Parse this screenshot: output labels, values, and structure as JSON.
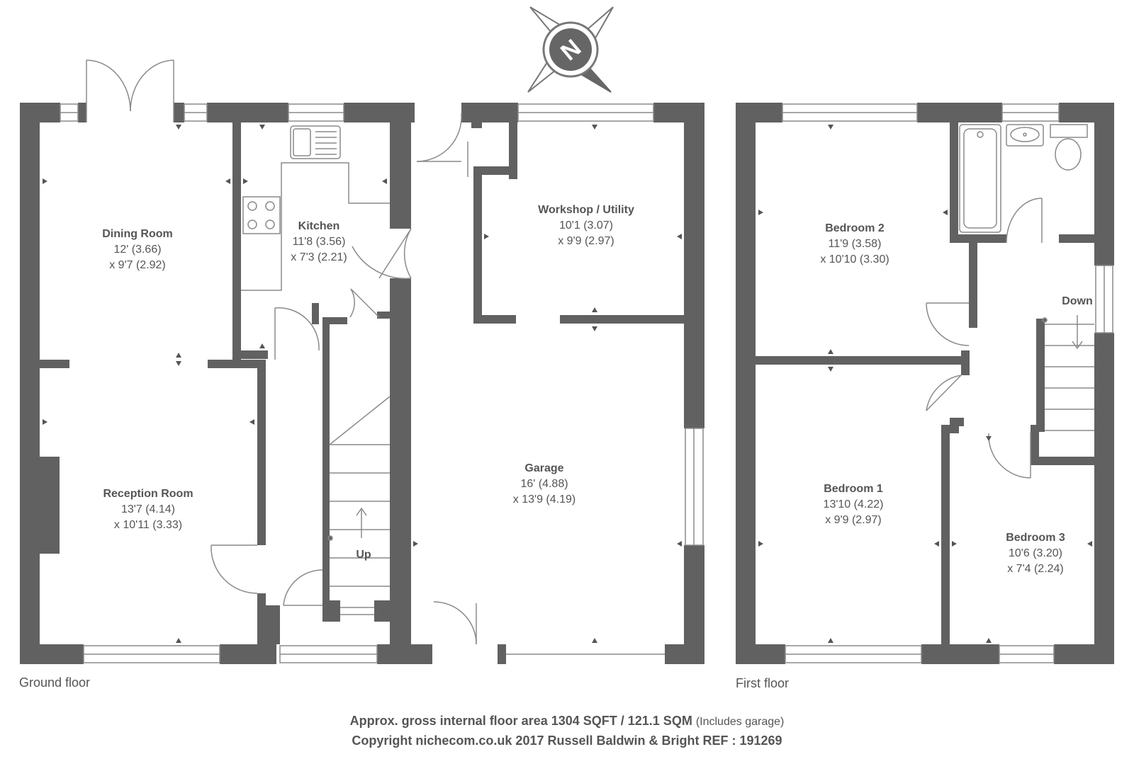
{
  "colors": {
    "wall": "#616161",
    "line": "#8a8a8a",
    "text": "#555555"
  },
  "floors": {
    "ground": "Ground floor",
    "first": "First floor"
  },
  "rooms": {
    "dining": {
      "name": "Dining Room",
      "dim1": "12' (3.66)",
      "dim2": "x 9'7 (2.92)"
    },
    "kitchen": {
      "name": "Kitchen",
      "dim1": "11'8 (3.56)",
      "dim2": "x 7'3 (2.21)"
    },
    "reception": {
      "name": "Reception Room",
      "dim1": "13'7 (4.14)",
      "dim2": "x 10'11 (3.33)"
    },
    "workshop": {
      "name": "Workshop / Utility",
      "dim1": "10'1 (3.07)",
      "dim2": "x 9'9 (2.97)"
    },
    "garage": {
      "name": "Garage",
      "dim1": "16' (4.88)",
      "dim2": "x 13'9 (4.19)"
    },
    "bed2": {
      "name": "Bedroom 2",
      "dim1": "11'9 (3.58)",
      "dim2": "x 10'10 (3.30)"
    },
    "bed1": {
      "name": "Bedroom 1",
      "dim1": "13'10 (4.22)",
      "dim2": "x 9'9 (2.97)"
    },
    "bed3": {
      "name": "Bedroom 3",
      "dim1": "10'6 (3.20)",
      "dim2": "x 7'4 (2.24)"
    }
  },
  "stairs": {
    "up": "Up",
    "down": "Down"
  },
  "compass": {
    "letter": "N"
  },
  "footer": {
    "area": "Approx. gross internal floor area 1304 SQFT / 121.1 SQM",
    "area_note": "(Includes garage)",
    "copyright": "Copyright nichecom.co.uk 2017 Russell Baldwin & Bright REF : 191269"
  }
}
